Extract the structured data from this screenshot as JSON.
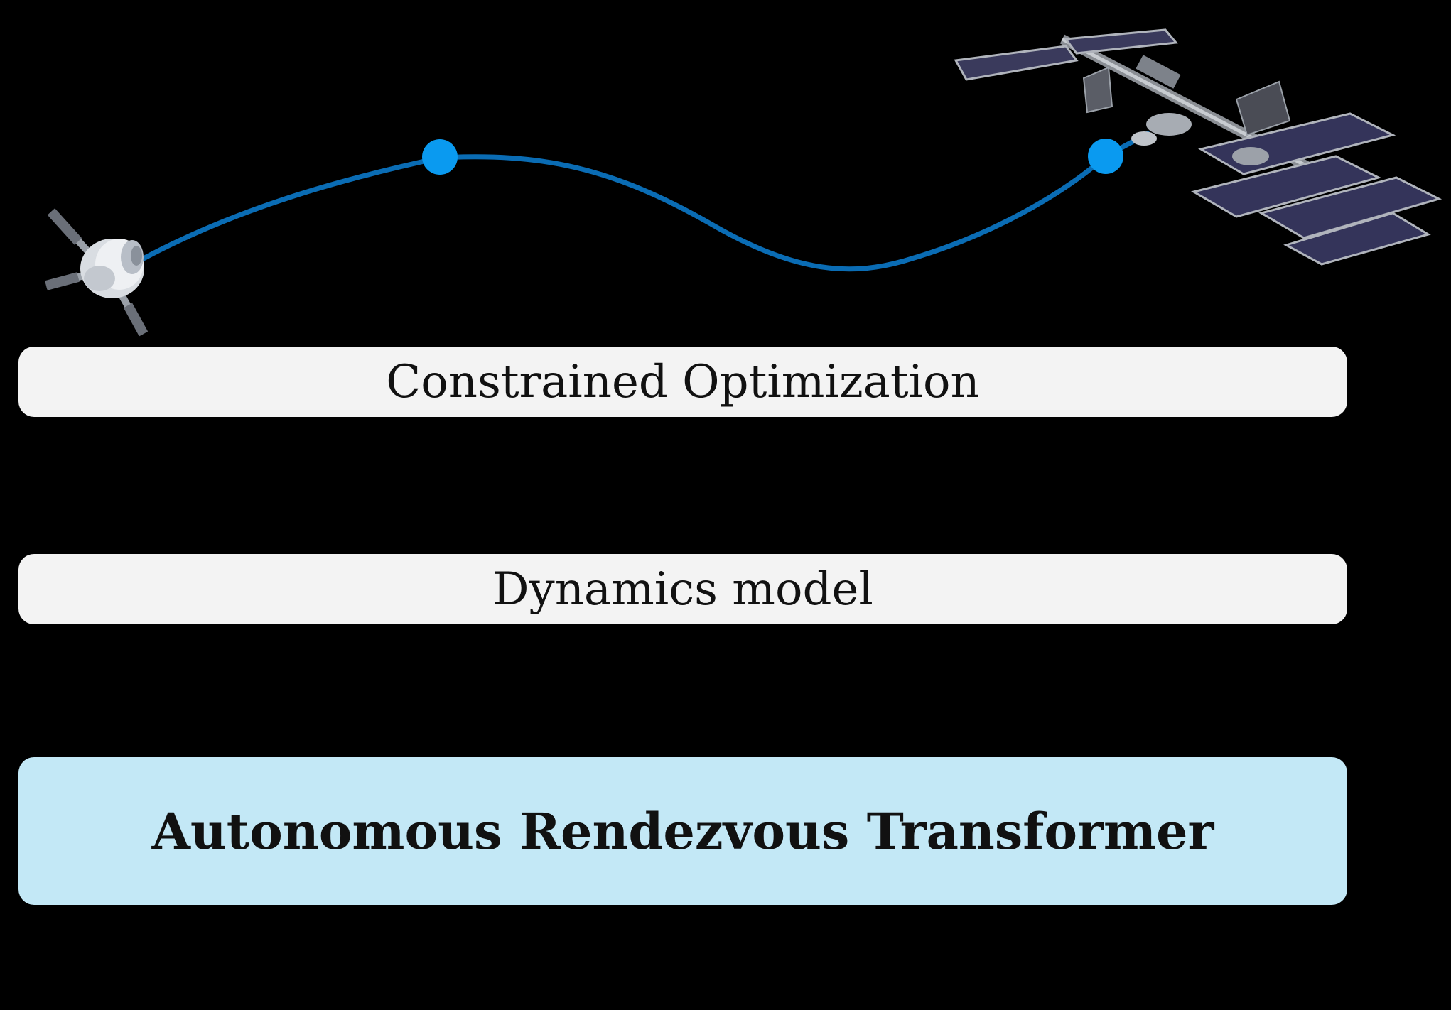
{
  "diagram": {
    "colors": {
      "background": "#000000",
      "trajectory": "#0a6cb4",
      "waypoint": "#0a9af0",
      "box_light": "#f3f3f3",
      "box_accent": "#c3e8f6",
      "text": "#111111"
    },
    "icons": {
      "chaser": "spacecraft-capsule-icon",
      "target": "space-station-icon"
    },
    "waypoints_count": 2,
    "blocks": [
      {
        "label": "Constrained Optimization"
      },
      {
        "label": "Dynamics model"
      },
      {
        "label": "Autonomous Rendezvous Transformer"
      }
    ]
  }
}
